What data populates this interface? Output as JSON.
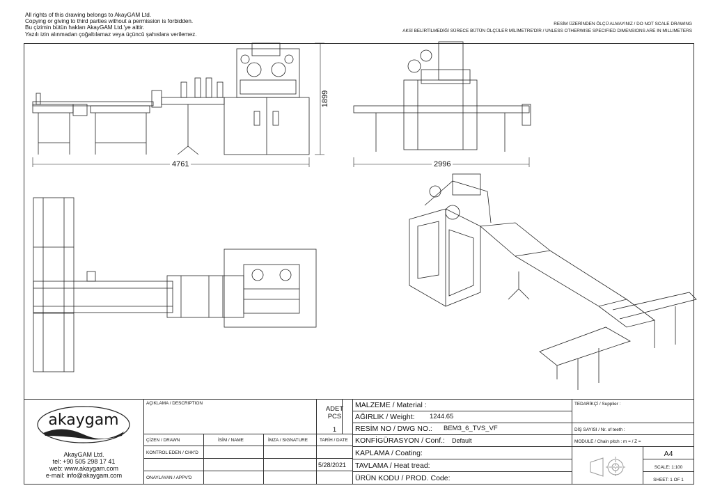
{
  "header": {
    "left_lines": [
      "All rights of this drawing belongs to AkayGAM Ltd.",
      "Copying or giving to third parties without a permission is forbidden.",
      "Bu çizimin bütün hakları AkayGAM Ltd.'ye aittir.",
      "Yazılı izin alınmadan çoğaltılamaz veya üçüncü şahıslara verilemez."
    ],
    "right_lines": [
      "RESİM ÜZERİNDEN ÖLÇÜ ALMAYINIZ / DO NOT SCALE DRAWING",
      "AKSİ BELİRTİLMEDİĞİ SÜRECE BÜTÜN ÖLÇÜLER MİLİMETRE'DİR / UNLESS OTHERWISE SPECIFIED DIMENSIONS ARE IN MILLIMETERS"
    ]
  },
  "dimensions": {
    "front_length": "4761",
    "front_height": "1899",
    "side_length": "2996"
  },
  "title_block": {
    "company": {
      "logo": "akaygam",
      "name": "AkayGAM Ltd.",
      "tel": "tel: +90 505 298 17 41",
      "web": "web: www.akaygam.com",
      "email": "e-mail: info@akaygam.com"
    },
    "description_label": "AÇIKLAMA / DESCRIPTION",
    "qty_label_1": "ADET",
    "qty_label_2": "PCS",
    "qty_value": "1",
    "name_label": "İSİM / NAME",
    "signature_label": "İMZA / SIGNATURE",
    "date_label": "TARİH / DATE",
    "drawn_label": "ÇİZEN / DRAWN",
    "checked_label": "KONTROL EDEN / CHK'D",
    "approved_label": "ONAYLAYAN / APPV'D",
    "date_value": "5/28/2021",
    "material_label": "MALZEME / Material :",
    "weight_label": "AĞIRLIK / Weight:",
    "weight_value": "1244.65",
    "dwg_label": "RESİM NO / DWG NO.:",
    "dwg_value": "BEM3_6_TVS_VF",
    "conf_label": "KONFİGÜRASYON / Conf.:",
    "conf_value": "Default",
    "coating_label": "KAPLAMA / Coating:",
    "heat_label": "TAVLAMA / Heat tread:",
    "prod_label": "ÜRÜN KODU / PROD. Code:",
    "supplier_label": "TEDARİKÇİ / Supplier :",
    "teeth_label": "DİŞ SAYISI / Nr. of teeth :",
    "module_label": "MODULE / Chain pitch :  m =  / Z =",
    "size_value": "A4",
    "scale_value": "SCALE: 1:100",
    "sheet_value": "SHEET: 1 OF 1"
  }
}
